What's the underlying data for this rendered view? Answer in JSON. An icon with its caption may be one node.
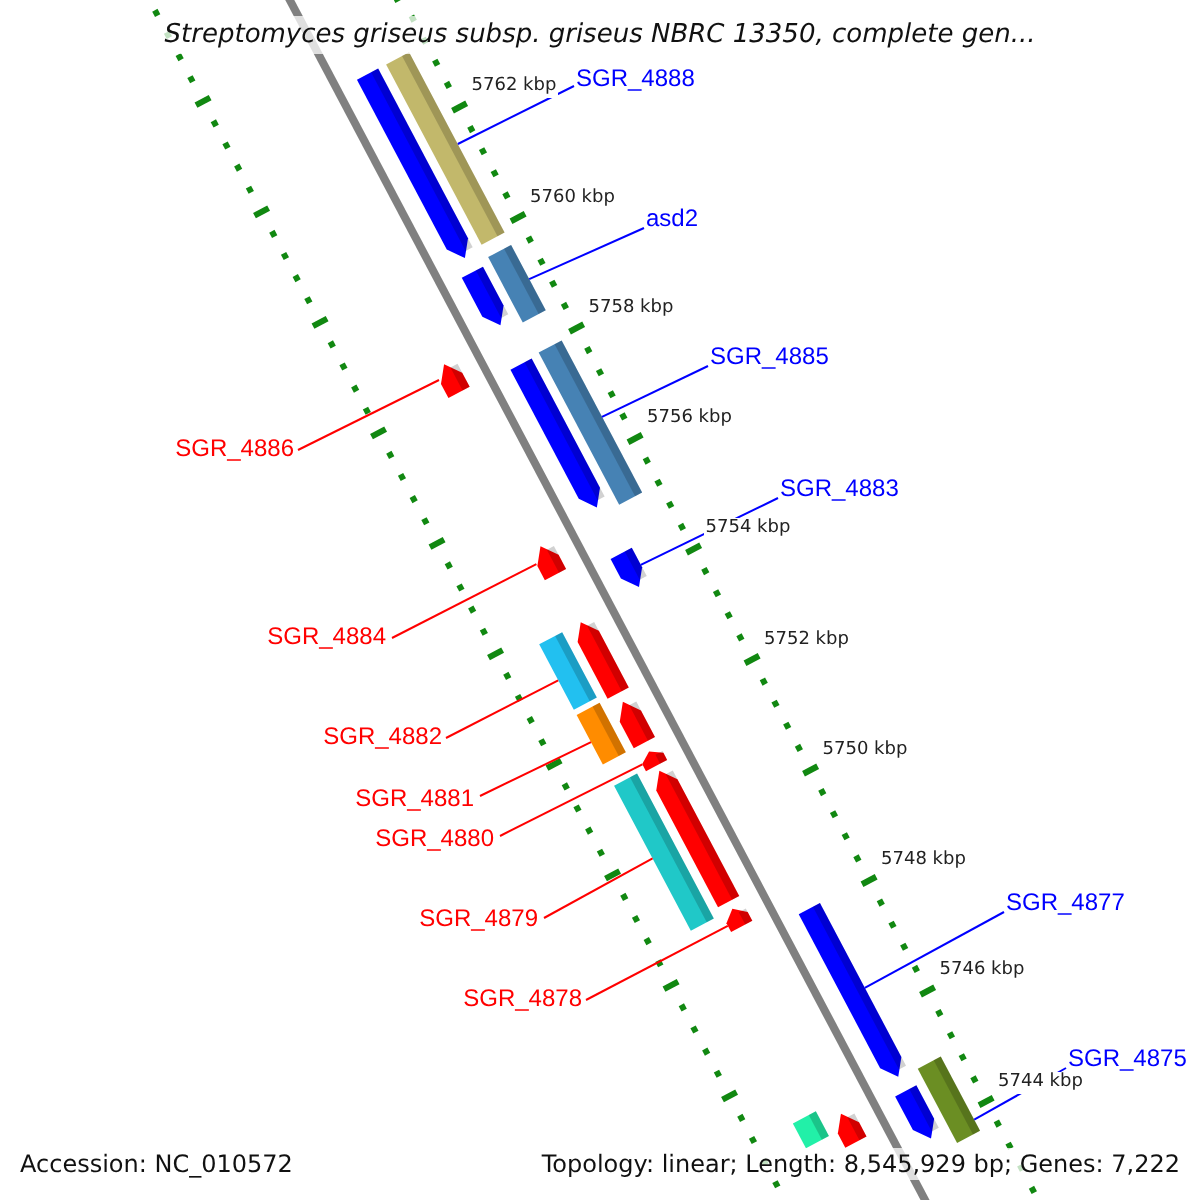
{
  "diagram": {
    "title": "Streptomyces griseus subsp. griseus NBRC 13350, complete gen...",
    "nodes": [
      {
        "text": [
          "SGR_4888"
        ]
      },
      {
        "text": [
          "asd2"
        ]
      },
      {
        "text": [
          "SGR_4885"
        ]
      },
      {
        "text": [
          "SGR_4886"
        ]
      },
      {
        "text": [
          "SGR_4883"
        ]
      },
      {
        "text": [
          "SGR_4884"
        ]
      },
      {
        "text": [
          "SGR_4882"
        ]
      },
      {
        "text": [
          "SGR_4881"
        ]
      },
      {
        "text": [
          "SGR_4880"
        ]
      },
      {
        "text": [
          "SGR_4879"
        ]
      },
      {
        "text": [
          "SGR_4878"
        ]
      },
      {
        "text": [
          "SGR_4877"
        ]
      },
      {
        "text": [
          "SGR_4875"
        ]
      },
      {
        "text": [],
        "shape": "arrow"
      },
      {
        "text": [],
        "shape": "bar"
      },
      {
        "text": [],
        "shape": "arrow"
      },
      {
        "text": [],
        "shape": "bar"
      },
      {
        "text": [],
        "shape": "arrow"
      },
      {
        "text": [],
        "shape": "arrow"
      },
      {
        "text": [],
        "shape": "bar"
      },
      {
        "text": [],
        "shape": "arrow"
      },
      {
        "text": [],
        "shape": "arrow"
      },
      {
        "text": [],
        "shape": "arrow"
      },
      {
        "text": [],
        "shape": "bar"
      },
      {
        "text": [],
        "shape": "arrow"
      },
      {
        "text": [],
        "shape": "bar"
      },
      {
        "text": [],
        "shape": "arrow"
      },
      {
        "text": [],
        "shape": "arrow"
      },
      {
        "text": [],
        "shape": "bar"
      },
      {
        "text": [],
        "shape": "arrow"
      },
      {
        "text": [],
        "shape": "arrow"
      },
      {
        "text": [],
        "shape": "bar"
      },
      {
        "text": [],
        "shape": "bar"
      },
      {
        "text": [],
        "shape": "arrow"
      },
      {
        "text": [],
        "shape": "arrow"
      }
    ],
    "edges": [
      {
        "from": 0,
        "to": 14,
        "arrow": "none",
        "color": "#0000ff"
      },
      {
        "from": 1,
        "to": 16,
        "arrow": "none",
        "color": "#0000ff"
      },
      {
        "from": 2,
        "to": 19,
        "arrow": "none",
        "color": "#0000ff"
      },
      {
        "from": 3,
        "to": 17,
        "arrow": "none"
      },
      {
        "from": 4,
        "to": 21,
        "arrow": "none",
        "color": "#0000ff"
      },
      {
        "from": 5,
        "to": 20,
        "arrow": "none"
      },
      {
        "from": 6,
        "to": 23,
        "arrow": "none"
      },
      {
        "from": 7,
        "to": 25,
        "arrow": "none"
      },
      {
        "from": 8,
        "to": 26,
        "arrow": "none"
      },
      {
        "from": 9,
        "to": 28,
        "arrow": "none"
      },
      {
        "from": 10,
        "to": 29,
        "arrow": "none"
      },
      {
        "from": 11,
        "to": 30,
        "arrow": "none",
        "color": "#0000ff"
      },
      {
        "from": 12,
        "to": 31,
        "arrow": "none",
        "color": "#0000ff"
      }
    ],
    "labels": [
      "5762 kbp",
      "5760 kbp",
      "5758 kbp",
      "5756 kbp",
      "5754 kbp",
      "5752 kbp",
      "5750 kbp",
      "5748 kbp",
      "5746 kbp",
      "5744 kbp",
      "Accession: NC_010572",
      "Topology: linear; Length: 8,545,929 bp; Genes: 7,222"
    ]
  }
}
